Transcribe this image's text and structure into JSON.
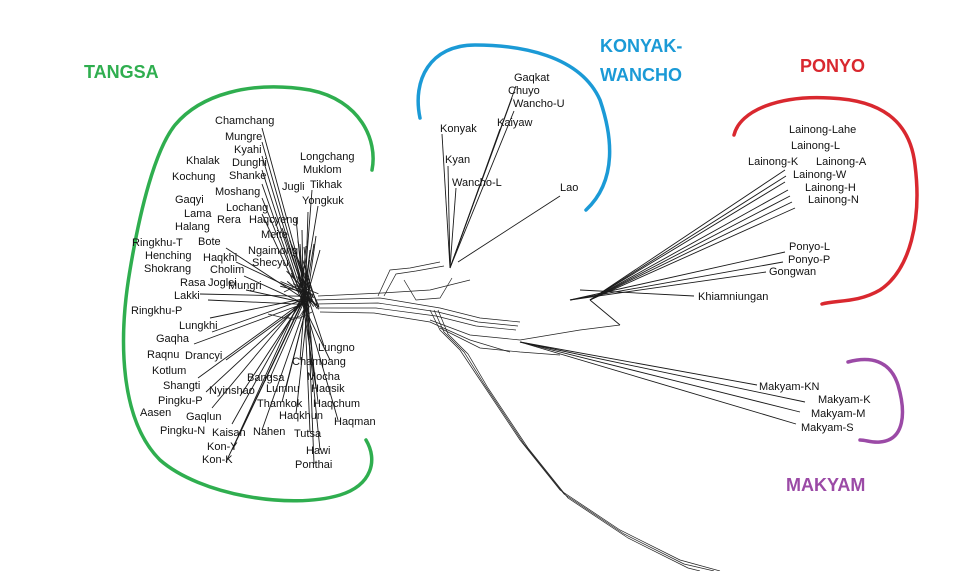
{
  "groups": {
    "tangsa": {
      "label": "TANGSA",
      "color": "#2fae4f"
    },
    "konyak_wancho_line1": {
      "label": "KONYAK-",
      "color": "#1b9ad6"
    },
    "konyak_wancho_line2": {
      "label": "WANCHO",
      "color": "#1b9ad6"
    },
    "ponyo": {
      "label": "PONYO",
      "color": "#d9282f"
    },
    "makyam": {
      "label": "MAKYAM",
      "color": "#9b4aa6"
    }
  },
  "leaves": {
    "chamchang": "Chamchang",
    "mungre": "Mungre",
    "kyahi": "Kyahi",
    "khalak": "Khalak",
    "dunghi": "Dunghi",
    "kochung": "Kochung",
    "shanke": "Shanke",
    "moshang": "Moshang",
    "gaqyi": "Gaqyi",
    "lochang": "Lochang",
    "lama": "Lama",
    "rera": "Rera",
    "haqcyeng": "Haqcyeng",
    "halang": "Halang",
    "meite": "Meite",
    "ringkhu_t": "Ringkhu-T",
    "bote": "Bote",
    "henching": "Henching",
    "haqkhi": "Haqkhi",
    "ngaimong": "Ngaimong",
    "shokrang": "Shokrang",
    "cholim": "Cholim",
    "shecyu": "Shecyu",
    "rasa": "Rasa",
    "joglei": "Joglei",
    "lakki": "Lakki",
    "mungri": "Mungri",
    "ringkhu_p": "Ringkhu-P",
    "lungkhi": "Lungkhi",
    "gaqha": "Gaqha",
    "raqnu": "Raqnu",
    "drancyi": "Drancyi",
    "kotlum": "Kotlum",
    "shangti": "Shangti",
    "nyinshao": "Nyinshao",
    "pingku_p": "Pingku-P",
    "aasen": "Aasen",
    "gaqlun": "Gaqlun",
    "pingku_n": "Pingku-N",
    "kaisan": "Kaisan",
    "kon_y": "Kon-Y",
    "kon_k": "Kon-K",
    "nahen": "Nahen",
    "thamkok": "Thamkok",
    "haqkhun": "Haqkhun",
    "tutsa": "Tutsa",
    "lumnu": "Lumnu",
    "bangsa": "Bangsa",
    "champang": "Champang",
    "mocha": "Mocha",
    "haqsik": "Haqsik",
    "haqchum": "Haqchum",
    "hawi": "Hawi",
    "ponthai": "Ponthai",
    "haqman": "Haqman",
    "longchang": "Longchang",
    "muklom": "Muklom",
    "jugli": "Jugli",
    "tikhak": "Tikhak",
    "yongkuk": "Yongkuk",
    "lungno": "Lungno",
    "gaqkat": "Gaqkat",
    "chuyo": "Chuyo",
    "wancho_u": "Wancho-U",
    "konyak": "Konyak",
    "kaiyaw": "Kaiyaw",
    "kyan": "Kyan",
    "wancho_l": "Wancho-L",
    "lao": "Lao",
    "lainong_lahe": "Lainong-Lahe",
    "lainong_l": "Lainong-L",
    "lainong_k": "Lainong-K",
    "lainong_a": "Lainong-A",
    "lainong_w": "Lainong-W",
    "lainong_h": "Lainong-H",
    "lainong_n": "Lainong-N",
    "ponyo_l": "Ponyo-L",
    "ponyo_p": "Ponyo-P",
    "gongwan": "Gongwan",
    "khiamniungan": "Khiamniungan",
    "makyam_kn": "Makyam-KN",
    "makyam_k": "Makyam-K",
    "makyam_m": "Makyam-M",
    "makyam_s": "Makyam-S"
  }
}
